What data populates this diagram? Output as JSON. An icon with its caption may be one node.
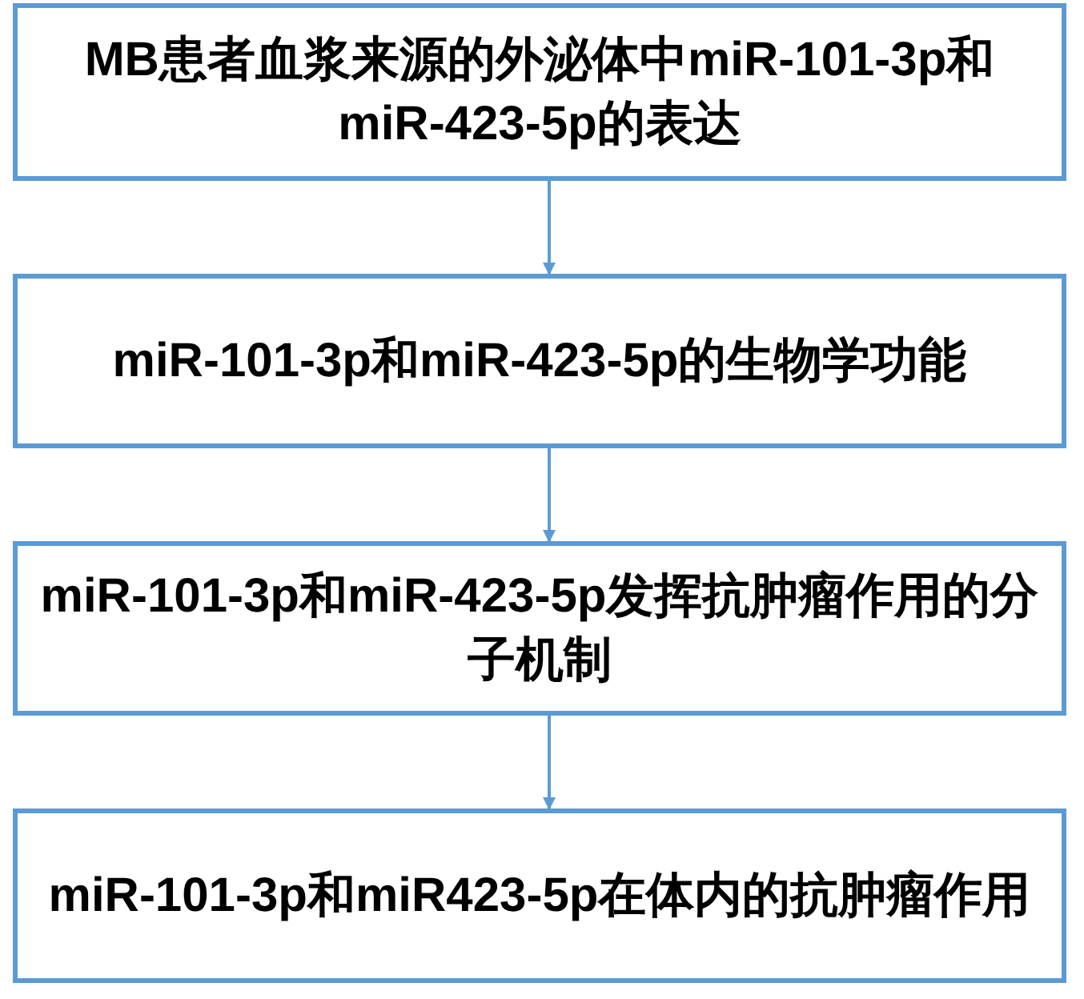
{
  "diagram": {
    "nodes": [
      {
        "text": [
          "MB患者血浆来源的外泌体中miR-101-3p和miR-423-5p的表达"
        ]
      },
      {
        "text": [
          "miR-101-3p和miR-423-5p的生物学功能"
        ]
      },
      {
        "text": [
          "miR-101-3p和miR-423-5p发挥抗肿瘤作用的分子机制"
        ]
      },
      {
        "text": [
          "miR-101-3p和miR423-5p在体内的抗肿瘤作用"
        ]
      }
    ],
    "edges": [
      {
        "from": 0,
        "to": 1,
        "arrow": "to"
      },
      {
        "from": 1,
        "to": 2,
        "arrow": "to"
      },
      {
        "from": 2,
        "to": 3,
        "arrow": "to"
      }
    ]
  }
}
